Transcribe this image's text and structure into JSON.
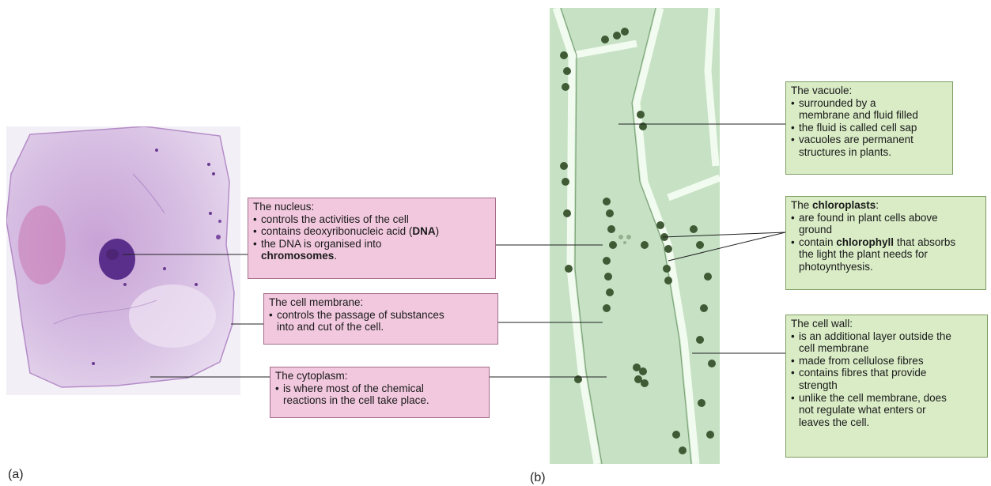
{
  "panels": {
    "a_label": "(a)",
    "b_label": "(b)"
  },
  "labels": {
    "nucleus": {
      "title": "The nucleus:",
      "bullets": [
        {
          "text": "controls the activities of the cell"
        },
        {
          "pre": "contains deoxyribonucleic acid (",
          "bold": "DNA",
          "post": ")"
        },
        {
          "text": "the DNA is organised into"
        },
        {
          "bold": "chromosomes",
          "post": "."
        }
      ]
    },
    "cell_membrane": {
      "title": "The cell membrane:",
      "bullets": [
        "controls the passage of substances",
        "into and cut of the cell."
      ]
    },
    "cytoplasm": {
      "title": "The cytoplasm:",
      "bullets": [
        "is where most of the chemical",
        "reactions in the cell take place."
      ]
    },
    "vacuole": {
      "title": "The vacuole:",
      "bullets": [
        "surrounded by a",
        "membrane and fluid filled",
        "the fluid is called cell sap",
        "vacuoles are permanent",
        "structures in plants."
      ]
    },
    "chloroplasts": {
      "title_pre": "The ",
      "title_bold": "chloroplasts",
      "title_post": ":",
      "bullets": [
        {
          "text": "are found in plant cells above"
        },
        {
          "text": "ground"
        },
        {
          "pre": "contain ",
          "bold": "chlorophyll",
          "post": " that absorbs"
        },
        {
          "text": "the light the plant needs for"
        },
        {
          "text": "photoynthyesis."
        }
      ]
    },
    "cell_wall": {
      "title": "The cell wall:",
      "bullets": [
        "is an additional layer outside the",
        "cell membrane",
        "made from cellulose fibres",
        "contains fibres that provide",
        "strength",
        "unlike the cell membrane, does",
        "not regulate what enters or",
        "leaves the cell."
      ]
    }
  },
  "colors": {
    "pink_box": "#f1c8de",
    "green_box": "#d9ecc6",
    "animal_cell": "#c7a6d8",
    "nucleus": "#5a2f8c",
    "plant_background": "#cfe6cf",
    "chloroplast": "#3f5a34"
  }
}
